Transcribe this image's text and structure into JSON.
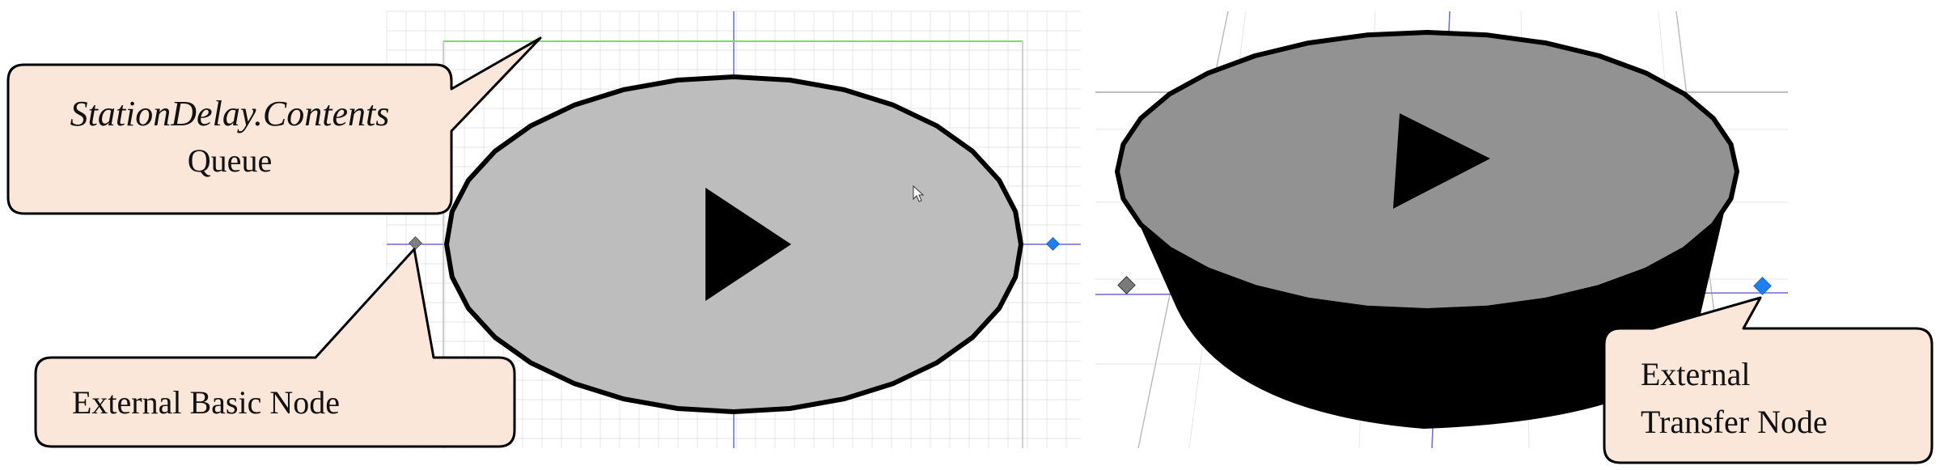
{
  "left_panel": {
    "callout_top": {
      "line1": "StationDelay.Contents",
      "line2": "Queue"
    },
    "callout_bottom": {
      "text": "External Basic Node"
    },
    "ellipse_fill": "#bdbdbd",
    "node_basic_color": "#7f7f7f",
    "node_transfer_color": "#1e7ff0"
  },
  "right_panel": {
    "callout": {
      "line1": "External",
      "line2": "Transfer Node"
    },
    "cylinder_top_fill": "#929292",
    "cylinder_side_fill": "#000000",
    "node_basic_color": "#7a7a7a",
    "node_transfer_color": "#1e7ff0"
  },
  "colors": {
    "callout_fill": "#fbe7d9",
    "grid_line": "#e4e4e4",
    "axis_line": "#6b6bd6",
    "guide_line": "#7ddc6a"
  }
}
